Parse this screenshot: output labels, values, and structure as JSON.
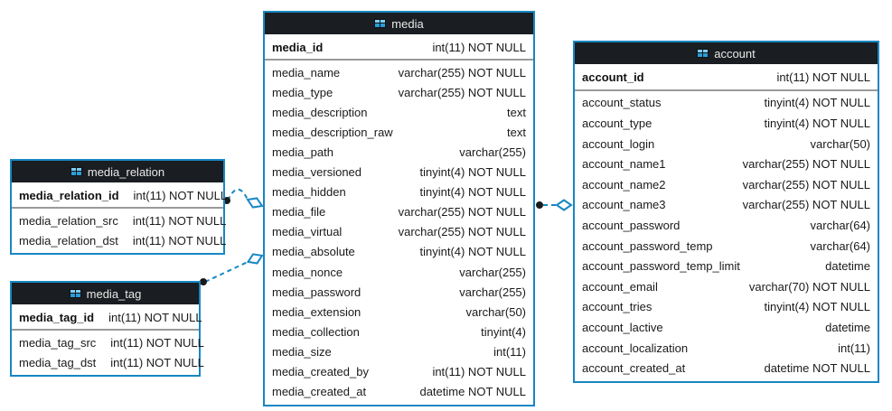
{
  "diagram": {
    "background_color": "#ffffff",
    "table_border_color": "#1787c3",
    "header_bg_color": "#1a1d21",
    "header_text_color": "#e9e9e9",
    "connector_color": "#1787c3",
    "connector_dot_color": "#1a1a1a",
    "pk_separator_color": "#9a9a9a",
    "tables": [
      {
        "id": "media_relation",
        "title": "media_relation",
        "icon": "table-icon",
        "primary_key": [
          {
            "name": "media_relation_id",
            "type": "int(11) NOT NULL"
          }
        ],
        "columns": [
          {
            "name": "media_relation_src",
            "type": "int(11) NOT NULL"
          },
          {
            "name": "media_relation_dst",
            "type": "int(11) NOT NULL"
          }
        ]
      },
      {
        "id": "media_tag",
        "title": "media_tag",
        "icon": "table-icon",
        "primary_key": [
          {
            "name": "media_tag_id",
            "type": "int(11) NOT NULL"
          }
        ],
        "columns": [
          {
            "name": "media_tag_src",
            "type": "int(11) NOT NULL"
          },
          {
            "name": "media_tag_dst",
            "type": "int(11) NOT NULL"
          }
        ]
      },
      {
        "id": "media",
        "title": "media",
        "icon": "table-icon",
        "primary_key": [
          {
            "name": "media_id",
            "type": "int(11) NOT NULL"
          }
        ],
        "columns": [
          {
            "name": "media_name",
            "type": "varchar(255) NOT NULL"
          },
          {
            "name": "media_type",
            "type": "varchar(255) NOT NULL"
          },
          {
            "name": "media_description",
            "type": "text"
          },
          {
            "name": "media_description_raw",
            "type": "text"
          },
          {
            "name": "media_path",
            "type": "varchar(255)"
          },
          {
            "name": "media_versioned",
            "type": "tinyint(4) NOT NULL"
          },
          {
            "name": "media_hidden",
            "type": "tinyint(4) NOT NULL"
          },
          {
            "name": "media_file",
            "type": "varchar(255) NOT NULL"
          },
          {
            "name": "media_virtual",
            "type": "varchar(255) NOT NULL"
          },
          {
            "name": "media_absolute",
            "type": "tinyint(4) NOT NULL"
          },
          {
            "name": "media_nonce",
            "type": "varchar(255)"
          },
          {
            "name": "media_password",
            "type": "varchar(255)"
          },
          {
            "name": "media_extension",
            "type": "varchar(50)"
          },
          {
            "name": "media_collection",
            "type": "tinyint(4)"
          },
          {
            "name": "media_size",
            "type": "int(11)"
          },
          {
            "name": "media_created_by",
            "type": "int(11) NOT NULL"
          },
          {
            "name": "media_created_at",
            "type": "datetime NOT NULL"
          }
        ]
      },
      {
        "id": "account",
        "title": "account",
        "icon": "table-icon",
        "primary_key": [
          {
            "name": "account_id",
            "type": "int(11) NOT NULL"
          }
        ],
        "columns": [
          {
            "name": "account_status",
            "type": "tinyint(4) NOT NULL"
          },
          {
            "name": "account_type",
            "type": "tinyint(4) NOT NULL"
          },
          {
            "name": "account_login",
            "type": "varchar(50)"
          },
          {
            "name": "account_name1",
            "type": "varchar(255) NOT NULL"
          },
          {
            "name": "account_name2",
            "type": "varchar(255) NOT NULL"
          },
          {
            "name": "account_name3",
            "type": "varchar(255) NOT NULL"
          },
          {
            "name": "account_password",
            "type": "varchar(64)"
          },
          {
            "name": "account_password_temp",
            "type": "varchar(64)"
          },
          {
            "name": "account_password_temp_limit",
            "type": "datetime"
          },
          {
            "name": "account_email",
            "type": "varchar(70) NOT NULL"
          },
          {
            "name": "account_tries",
            "type": "tinyint(4) NOT NULL"
          },
          {
            "name": "account_lactive",
            "type": "datetime"
          },
          {
            "name": "account_localization",
            "type": "int(11)"
          },
          {
            "name": "account_created_at",
            "type": "datetime NOT NULL"
          }
        ]
      }
    ],
    "connectors": [
      {
        "from": "media_relation",
        "to": "media",
        "line_style": "dashed",
        "source_marker": "dot",
        "target_marker": "hollow-diamond"
      },
      {
        "from": "media_tag",
        "to": "media",
        "line_style": "dashed",
        "source_marker": "dot",
        "target_marker": "hollow-diamond"
      },
      {
        "from": "media",
        "to": "account",
        "line_style": "dashed",
        "source_marker": "dot",
        "target_marker": "hollow-diamond"
      }
    ]
  }
}
